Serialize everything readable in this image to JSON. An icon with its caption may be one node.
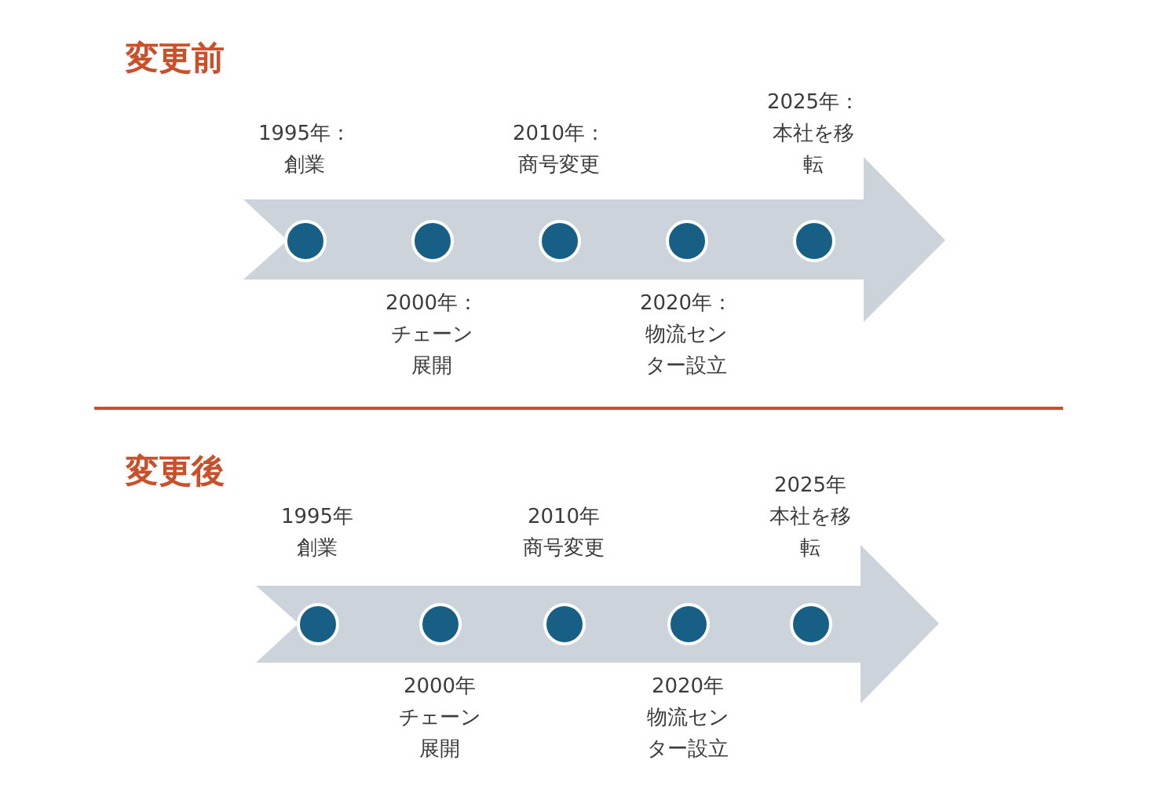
{
  "diagram": {
    "nodes": [
      {
        "text": [],
        "shape": "circle",
        "beside": [
          "1995年：",
          "創業"
        ]
      },
      {
        "text": [],
        "shape": "circle",
        "beside": [
          "2000年：",
          "チェーン展開"
        ]
      },
      {
        "text": [],
        "shape": "circle",
        "beside": [
          "2010年：",
          "商号変更"
        ]
      },
      {
        "text": [],
        "shape": "circle",
        "beside": [
          "2020年：",
          "物流センター設立"
        ]
      },
      {
        "text": [],
        "shape": "circle",
        "beside": [
          "2025年：",
          "本社を移転"
        ]
      },
      {
        "text": [],
        "shape": "circle",
        "beside": [
          "1995年",
          "創業"
        ]
      },
      {
        "text": [],
        "shape": "circle",
        "beside": [
          "2000年",
          "チェーン展開"
        ]
      },
      {
        "text": [],
        "shape": "circle",
        "beside": [
          "2010年",
          "商号変更"
        ]
      },
      {
        "text": [],
        "shape": "circle",
        "beside": [
          "2020年",
          "物流センター設立"
        ]
      },
      {
        "text": [],
        "shape": "circle",
        "beside": [
          "2025年",
          "本社を移転"
        ]
      }
    ],
    "labels": [
      "変更前",
      "変更後"
    ]
  }
}
